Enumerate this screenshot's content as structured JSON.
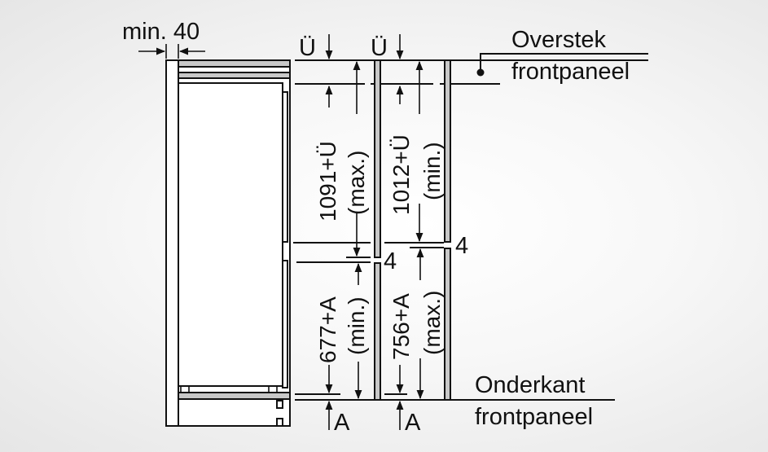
{
  "diagram": {
    "type": "built-in fridge-freezer installation dimensions",
    "colors": {
      "line": "#111111",
      "panel_fill": "#c8c8c8",
      "background": "#f4f4f4"
    },
    "labels": {
      "min_gap": "min. 40",
      "overhang_top_left": "Ü",
      "overhang_top_right": "Ü",
      "overstek_line1": "Overstek",
      "overstek_line2": "frontpaneel",
      "onderkant_line1": "Onderkant",
      "onderkant_line2": "frontpaneel",
      "a_left": "A",
      "a_right": "A",
      "gap_left": "4",
      "gap_right": "4"
    },
    "dimensions": {
      "upper_left_value": "1091+Ü",
      "upper_left_note": "(max.)",
      "upper_right_value": "1012+Ü",
      "upper_right_note": "(min.)",
      "lower_left_value": "677+A",
      "lower_left_note": "(min.)",
      "lower_right_value": "756+A",
      "lower_right_note": "(max.)"
    }
  }
}
